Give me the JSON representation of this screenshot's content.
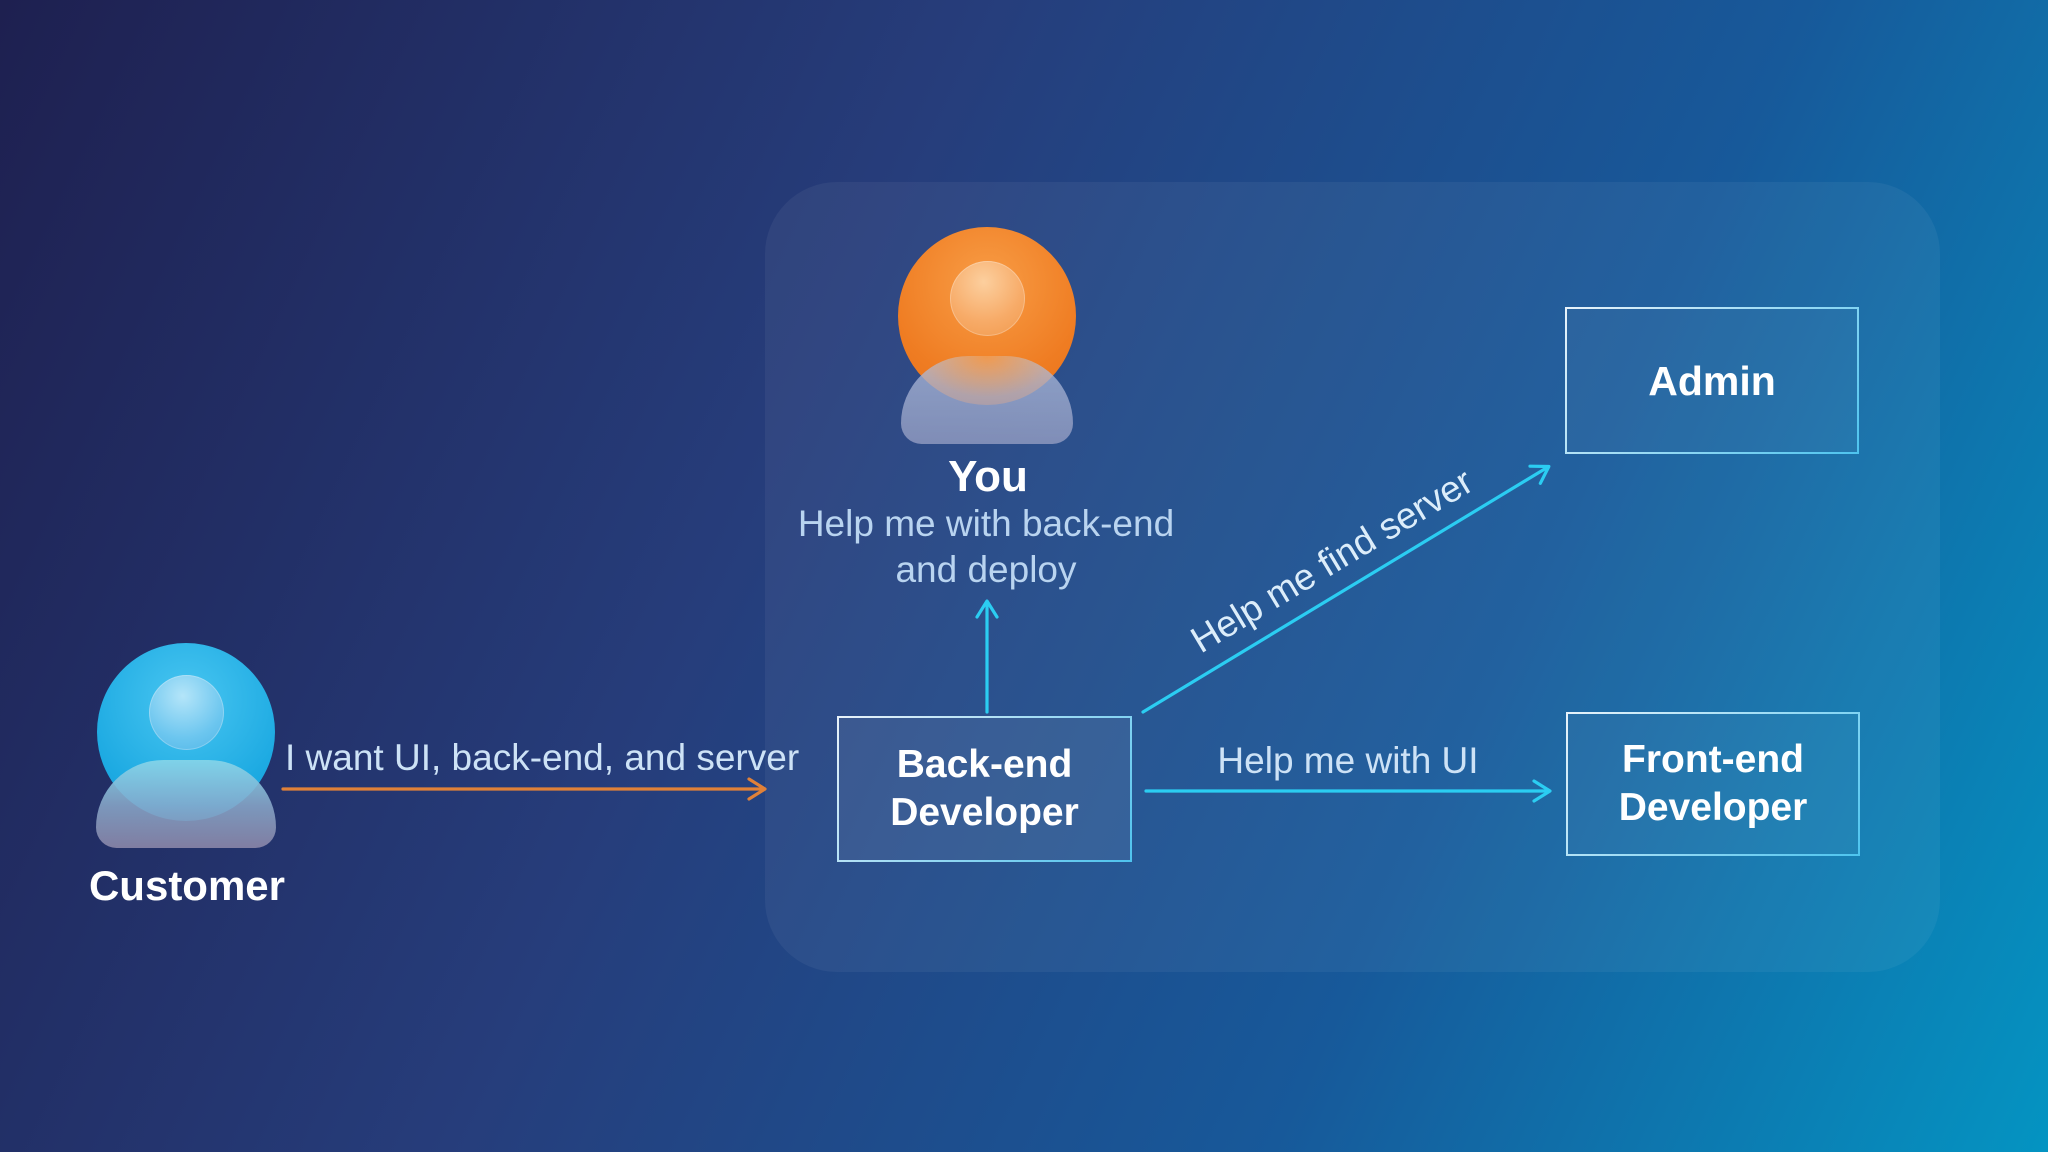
{
  "actors": {
    "customer": {
      "name": "Customer"
    },
    "you": {
      "name": "You",
      "request_line1": "Help me with back-end",
      "request_line2": "and deploy"
    }
  },
  "boxes": {
    "backend": {
      "line1": "Back-end",
      "line2": "Developer"
    },
    "admin": {
      "label": "Admin"
    },
    "frontend": {
      "line1": "Front-end",
      "line2": "Developer"
    }
  },
  "arrows": {
    "customer_request": {
      "label": "I want UI, back-end, and server",
      "color": "#e08138"
    },
    "backend_to_you": {
      "label": "",
      "color": "#2bcdf2"
    },
    "find_server": {
      "label": "Help me find server",
      "color": "#2bcdf2"
    },
    "help_ui": {
      "label": "Help me with UI",
      "color": "#2bcdf2"
    }
  },
  "colors": {
    "background_start": "#1e2050",
    "background_end": "#0494c2",
    "accent_cyan": "#2bcdf2",
    "accent_orange": "#e08138",
    "customer_avatar": "#1daae2",
    "you_avatar": "#ef7c22",
    "label_text": "#cde2f6",
    "box_text": "#ffffff"
  }
}
